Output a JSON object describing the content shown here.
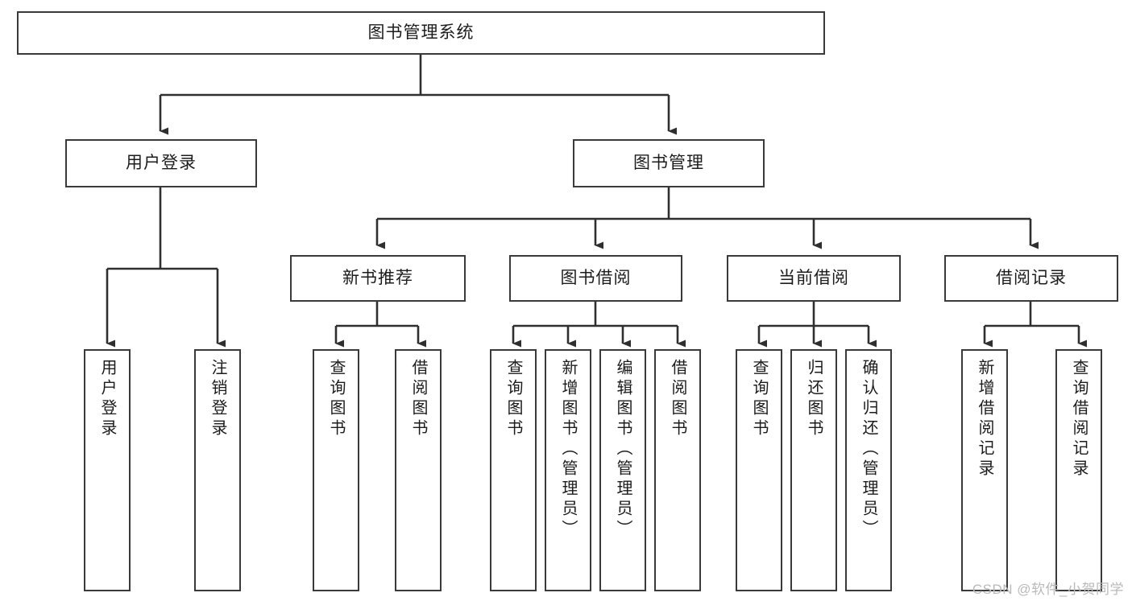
{
  "diagram": {
    "title": "图书管理系统",
    "type": "tree-hierarchy-chart",
    "root": {
      "label": "图书管理系统"
    },
    "level1": [
      {
        "label": "用户登录"
      },
      {
        "label": "图书管理"
      }
    ],
    "level2": [
      {
        "label": "新书推荐"
      },
      {
        "label": "图书借阅"
      },
      {
        "label": "当前借阅"
      },
      {
        "label": "借阅记录"
      }
    ],
    "leaves": {
      "user_login": [
        {
          "label": "用户登录"
        },
        {
          "label": "注销登录"
        }
      ],
      "new_book_recommend": [
        {
          "label": "查询图书"
        },
        {
          "label": "借阅图书"
        }
      ],
      "book_borrow": [
        {
          "label": "查询图书"
        },
        {
          "label": "新增图书（管理员）"
        },
        {
          "label": "编辑图书（管理员）"
        },
        {
          "label": "借阅图书"
        }
      ],
      "current_borrow": [
        {
          "label": "查询图书"
        },
        {
          "label": "归还图书"
        },
        {
          "label": "确认归还（管理员）"
        }
      ],
      "borrow_records": [
        {
          "label": "新增借阅记录"
        },
        {
          "label": "查询借阅记录"
        }
      ]
    }
  },
  "watermark": {
    "text": "CSDN @软件_小贺同学"
  },
  "colors": {
    "box_border": "#3a3a3a",
    "connector": "#2f2f2f",
    "text": "#1c1c1c",
    "background": "#ffffff",
    "watermark": "#b9b9b9"
  }
}
